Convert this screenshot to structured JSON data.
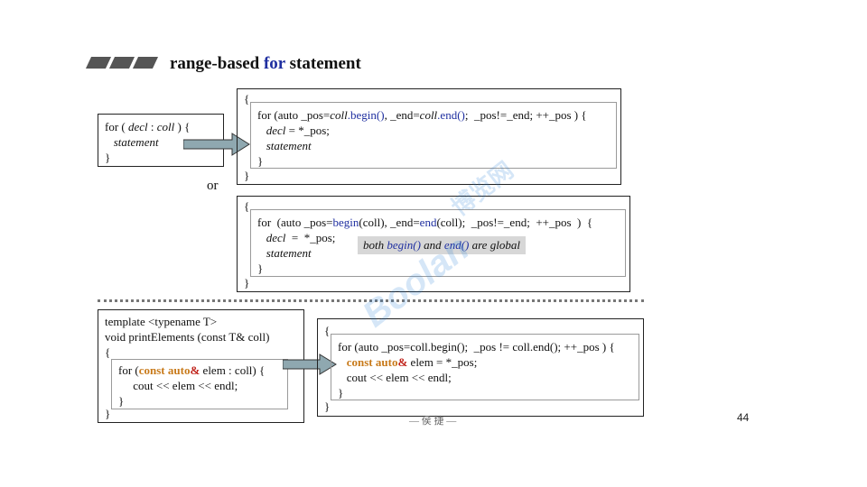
{
  "slide": {
    "title_prefix": "range-based ",
    "title_keyword": "for",
    "title_suffix": " statement",
    "or_label": "or",
    "page_number": "44",
    "footer": "— 侯 捷 —"
  },
  "box_left_top": {
    "line1_a": "for ( ",
    "line1_decl": "decl",
    "line1_b": " : ",
    "line1_coll": "coll",
    "line1_c": " ) {",
    "line2": "statement",
    "line3": "}"
  },
  "box_right_top": {
    "open": "{",
    "l1_a": "for (auto _pos=",
    "l1_coll1": "coll",
    "l1_begin": ".begin()",
    "l1_b": ", _end=",
    "l1_coll2": "coll",
    "l1_end": ".end()",
    "l1_c": ";  _pos!=_end; ++_pos ) {",
    "l2_decl": "decl",
    "l2_rest": " = *_pos;",
    "l3": "statement",
    "l4": "}",
    "close": "}"
  },
  "box_right_mid": {
    "open": "{",
    "l1_a": "for  (auto _pos=",
    "l1_begin": "begin",
    "l1_b": "(coll), _end=",
    "l1_end": "end",
    "l1_c": "(coll);  _pos!=_end;  ++_pos  )  {",
    "l2_decl": "decl",
    "l2_rest": "  =  *_pos;",
    "l3": "statement",
    "l4": "}",
    "close": "}",
    "note_a": "both ",
    "note_begin": "begin()",
    "note_b": " and ",
    "note_end": "end()",
    "note_c": " are global"
  },
  "box_left_bottom": {
    "l1": "template <typename T>",
    "l2": "void printElements (const T& coll)",
    "l3": "{",
    "l4_a": "for (",
    "l4_kw": "const auto",
    "l4_amp": "&",
    "l4_b": " elem : coll) {",
    "l5": "cout << elem << endl;",
    "l6": "}",
    "l7": "}"
  },
  "box_right_bottom": {
    "open": "{",
    "l1": "for (auto _pos=coll.begin();  _pos != coll.end(); ++_pos ) {",
    "l2_kw": "const auto",
    "l2_amp": "&",
    "l2_rest": " elem = *_pos;",
    "l3": "cout << elem << endl;",
    "l4": "}",
    "close": "}"
  },
  "watermark": {
    "text_main": "Boolan",
    "text_cn": "博览网"
  },
  "colors": {
    "keyword_blue": "#1f2fa0",
    "auto_orange": "#c87a1a",
    "amp_red": "#c0241c",
    "arrow_fill": "#8fa8b0"
  }
}
